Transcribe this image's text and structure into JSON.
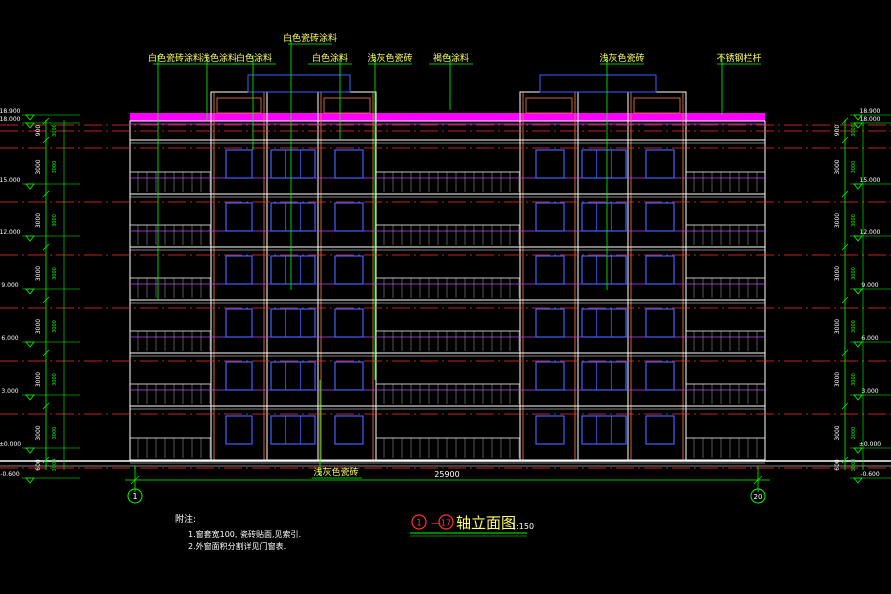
{
  "callouts": [
    {
      "text": "白色瓷砖涂料",
      "color": "#ffff66"
    },
    {
      "text": "浅色涂料",
      "color": "#ffff66"
    },
    {
      "text": "白色涂料",
      "color": "#ffff66"
    },
    {
      "text": "白色瓷砖涂料",
      "color": "#ffff66"
    },
    {
      "text": "白色涂料",
      "color": "#ffff66"
    },
    {
      "text": "浅灰色瓷砖",
      "color": "#ffff66"
    },
    {
      "text": "褐色涂料",
      "color": "#ffff66"
    },
    {
      "text": "浅灰色瓷砖",
      "color": "#ffff66"
    },
    {
      "text": "不锈钢栏杆",
      "color": "#ffff66"
    }
  ],
  "bottom_callout": "浅灰色瓷砖",
  "left_levels": [
    "18.900",
    "18.000",
    "15.000",
    "12.000",
    "9.000",
    "6.000",
    "3.000",
    "±0.000",
    "-0.600"
  ],
  "right_levels": [
    "18.900",
    "18.000",
    "15.000",
    "12.000",
    "9.000",
    "6.000",
    "3.000",
    "±0.000",
    "-0.600"
  ],
  "storey_dims": [
    "900",
    "3000",
    "3000",
    "3000",
    "3000",
    "3000",
    "3000",
    "600"
  ],
  "overall_dim": "25900",
  "axis_start": "1",
  "axis_end": "20",
  "notes": {
    "heading": "附注:",
    "lines": [
      "1.窗套宽100, 瓷砖贴面,见索引.",
      "2.外窗面积分割详见门窗表."
    ]
  },
  "title": {
    "axis_a": "1",
    "dash": "—",
    "axis_b": "17",
    "text": "轴立面图",
    "scale": "1:150"
  },
  "colors": {
    "outline": "#ffffff",
    "window": "#4060ff",
    "parapet": "#ff00ff",
    "grid": "#ff3030",
    "dim": "#00ff00",
    "text": "#ffff66",
    "wall": "#ff8040"
  }
}
